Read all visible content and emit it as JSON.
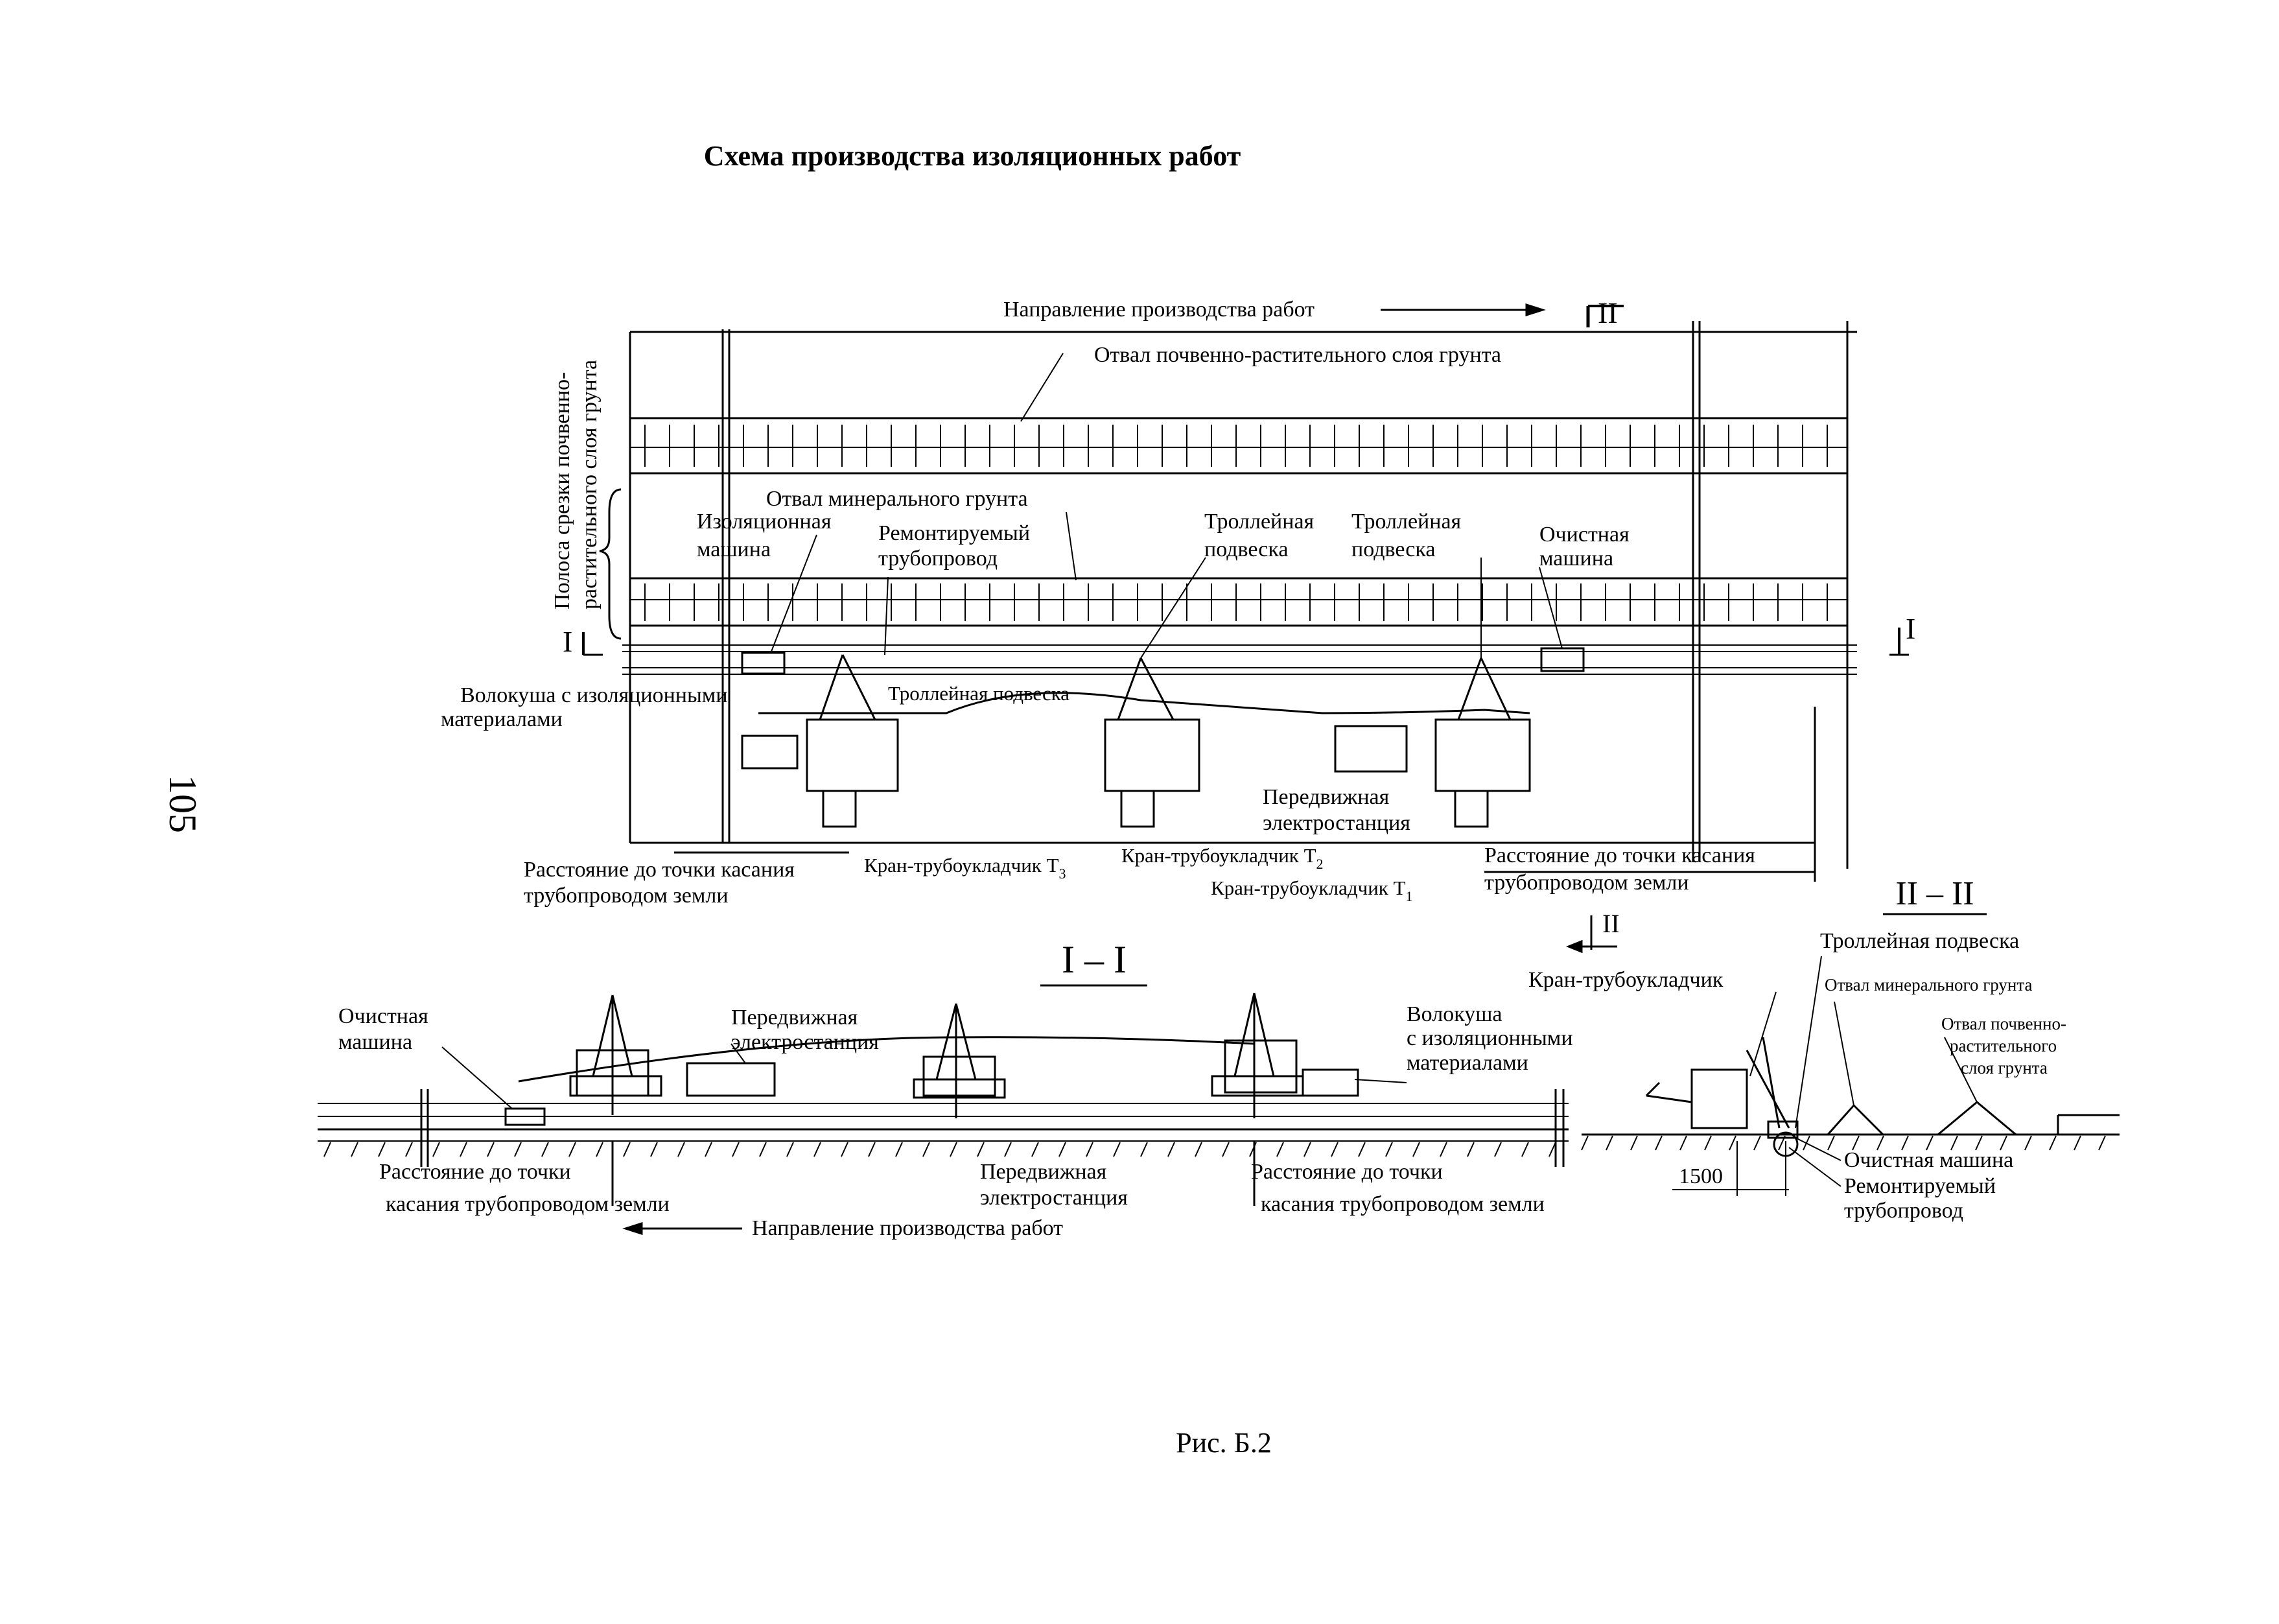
{
  "title": "Схема производства изоляционных работ",
  "page_number": "105",
  "caption": "Рис. Б.2",
  "plan": {
    "direction": "Направление производства работ",
    "section_II_mark": "II",
    "section_I_mark": "I",
    "strip_label_line1": "Полоса срезки почвенно-",
    "strip_label_line2": "растительного слоя грунта",
    "topsoil_dump": "Отвал почвенно-растительного слоя грунта",
    "mineral_dump": "Отвал минерального грунта",
    "insulation_machine_1": "Изоляционная",
    "insulation_machine_2": "машина",
    "repaired_pipe_1": "Ремонтируемый",
    "repaired_pipe_2": "трубопровод",
    "trolley_1a": "Троллейная",
    "trolley_1b": "подвеска",
    "trolley_2a": "Троллейная",
    "trolley_2b": "подвеска",
    "cleaning_machine_1": "Очистная",
    "cleaning_machine_2": "машина",
    "trolley_3": "Троллейная подвеска",
    "sled_1": "Волокуша с изоляционными",
    "sled_2": "материалами",
    "power_station_1": "Передвижная",
    "power_station_2": "электростанция",
    "dist_left_1": "Расстояние до точки касания",
    "dist_left_2": "трубопроводом земли",
    "crane_T3": "Кран-трубоукладчик Т",
    "crane_T3_sub": "3",
    "crane_T2": "Кран-трубоукладчик Т",
    "crane_T2_sub": "2",
    "crane_T1": "Кран-трубоукладчик Т",
    "crane_T1_sub": "1",
    "dist_right_1": "Расстояние до точки касания",
    "dist_right_2": "трубопроводом земли"
  },
  "section_I": {
    "label": "I – I",
    "cleaning_machine_1": "Очистная",
    "cleaning_machine_2": "машина",
    "power_station_top_1": "Передвижная",
    "power_station_top_2": "электростанция",
    "sled_1": "Волокуша",
    "sled_2": "с изоляционными",
    "sled_3": "материалами",
    "dist_left_1": "Расстояние до точки",
    "dist_left_2": "касания трубопроводом земли",
    "power_station_bot_1": "Передвижная",
    "power_station_bot_2": "электростанция",
    "dist_right_1": "Расстояние до точки",
    "dist_right_2": "касания трубопроводом земли",
    "direction": "Направление производства работ"
  },
  "section_II": {
    "label": "II – II",
    "mark": "II",
    "trolley": "Троллейная подвеска",
    "crane": "Кран-трубоукладчик",
    "mineral_dump": "Отвал  минерального грунта",
    "topsoil_1": "Отвал почвенно-",
    "topsoil_2": "растительного",
    "topsoil_3": "слоя грунта",
    "dimension": "1500",
    "cleaning_machine": "Очистная машина",
    "repaired_pipe_1": "Ремонтируемый",
    "repaired_pipe_2": "трубопровод"
  }
}
